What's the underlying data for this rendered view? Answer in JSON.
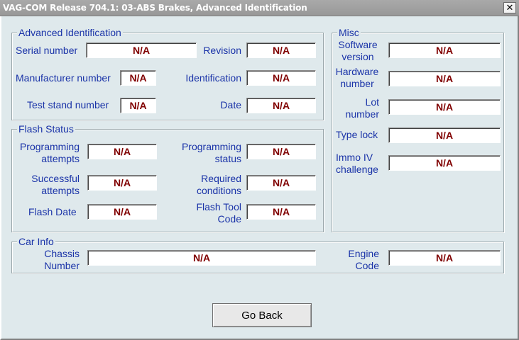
{
  "window": {
    "title": "VAG-COM Release 704.1: 03-ABS Brakes,  Advanced Identification",
    "close_glyph": "✕"
  },
  "advanced_identification": {
    "title": "Advanced Identification",
    "serial_number_label": "Serial number",
    "serial_number": "N/A",
    "revision_label": "Revision",
    "revision": "N/A",
    "manufacturer_number_label": "Manufacturer number",
    "manufacturer_number": "N/A",
    "identification_label": "Identification",
    "identification": "N/A",
    "test_stand_number_label": "Test stand number",
    "test_stand_number": "N/A",
    "date_label": "Date",
    "date": "N/A"
  },
  "flash_status": {
    "title": "Flash Status",
    "programming_attempts_label": [
      "Programming",
      "attempts"
    ],
    "programming_attempts": "N/A",
    "programming_status_label": [
      "Programming",
      "status"
    ],
    "programming_status": "N/A",
    "successful_attempts_label": [
      "Successful",
      "attempts"
    ],
    "successful_attempts": "N/A",
    "required_conditions_label": [
      "Required",
      "conditions"
    ],
    "required_conditions": "N/A",
    "flash_date_label": "Flash Date",
    "flash_date": "N/A",
    "flash_tool_code_label": [
      "Flash Tool",
      "Code"
    ],
    "flash_tool_code": "N/A"
  },
  "misc": {
    "title": "Misc",
    "software_version_label": [
      "Software",
      "version"
    ],
    "software_version": "N/A",
    "hardware_number_label": [
      "Hardware",
      "number"
    ],
    "hardware_number": "N/A",
    "lot_number_label": [
      "Lot",
      "number"
    ],
    "lot_number": "N/A",
    "type_lock_label": "Type lock",
    "type_lock": "N/A",
    "immo_challenge_label": [
      "Immo IV",
      "challenge"
    ],
    "immo_challenge": "N/A"
  },
  "car_info": {
    "title": "Car Info",
    "chassis_number_label": [
      "Chassis",
      "Number"
    ],
    "chassis_number": "N/A",
    "engine_code_label": [
      "Engine",
      "Code"
    ],
    "engine_code": "N/A"
  },
  "actions": {
    "go_back_label": "Go Back"
  },
  "colors": {
    "background": "#dfe9ec",
    "label_text": "#1a33a8",
    "value_text": "#800000",
    "titlebar": "#a0a0a0"
  }
}
